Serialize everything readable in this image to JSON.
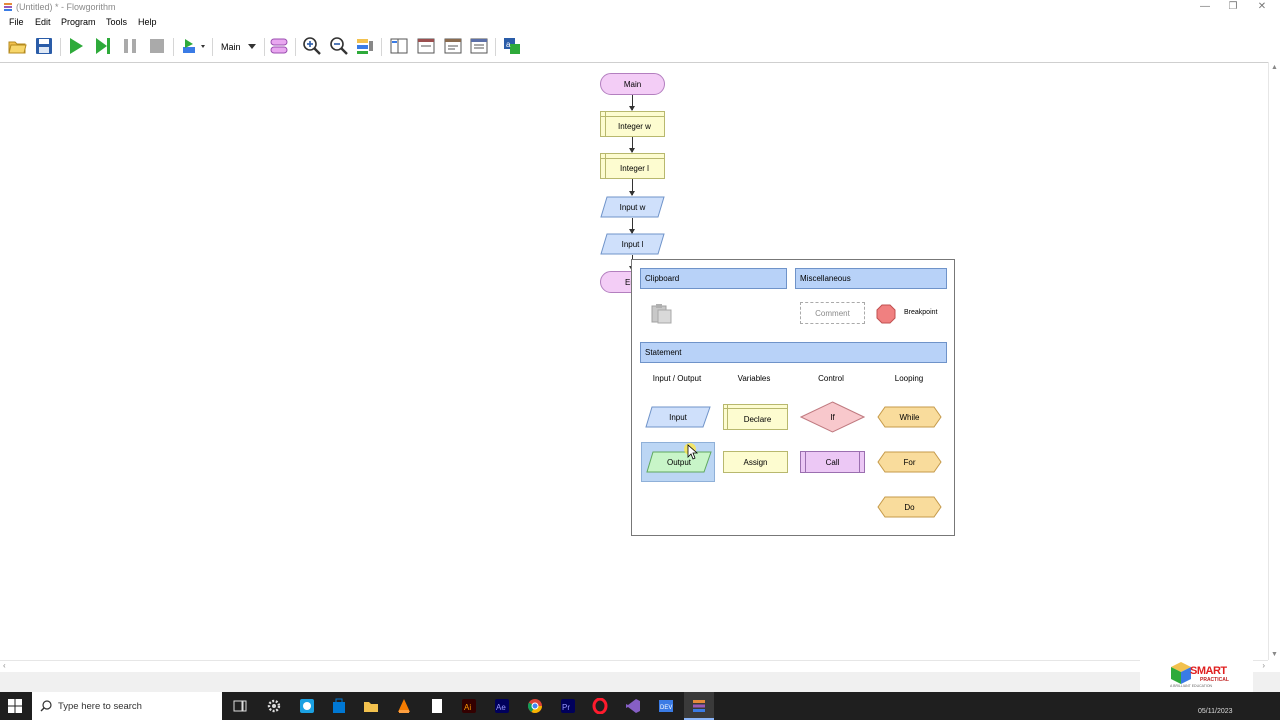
{
  "window": {
    "title": "(Untitled) * - Flowgorithm",
    "controls": [
      "—",
      "❐",
      "✕"
    ]
  },
  "menu": [
    "File",
    "Edit",
    "Program",
    "Tools",
    "Help"
  ],
  "toolbar": {
    "function_select": "Main",
    "icons": [
      "open-icon",
      "save-icon",
      "run-icon",
      "step-icon",
      "pause-icon",
      "stop-icon",
      "variable-watch-icon",
      "functions-icon",
      "zoom-in-icon",
      "zoom-out-icon",
      "layout-icon",
      "split-view-icon",
      "console-icon",
      "source-view-icon",
      "code-view-icon",
      "translate-icon"
    ]
  },
  "flowchart": {
    "start_label": "Main",
    "steps": [
      "Integer w",
      "Integer l",
      "Input w",
      "Input l"
    ],
    "end_label_partial": "En"
  },
  "popup": {
    "sections": {
      "clipboard": "Clipboard",
      "misc": "Miscellaneous",
      "statement": "Statement"
    },
    "comment": "Comment",
    "breakpoint": "Breakpoint",
    "columns": [
      "Input / Output",
      "Variables",
      "Control",
      "Looping"
    ],
    "shapes": {
      "input": "Input",
      "output": "Output",
      "declare": "Declare",
      "assign": "Assign",
      "if": "If",
      "call": "Call",
      "while": "While",
      "for": "For",
      "do": "Do"
    }
  },
  "taskbar": {
    "search_placeholder": "Type here to search",
    "date": "05/11/2023"
  },
  "watermark": {
    "brand": "SMART",
    "sub": "PRACTICAL",
    "tagline": "A BRILLIANT EDUCATION"
  },
  "colors": {
    "terminal_fill": "#f3cdf6",
    "declare_fill": "#fdfcd0",
    "io_fill": "#cfe0fb",
    "output_fill": "#c8f5c8",
    "if_fill": "#f8c8cc",
    "call_fill": "#ecc8f5",
    "loop_fill": "#f9dc9c",
    "section_header": "#b8d2f8",
    "breakpoint": "#f08080"
  }
}
